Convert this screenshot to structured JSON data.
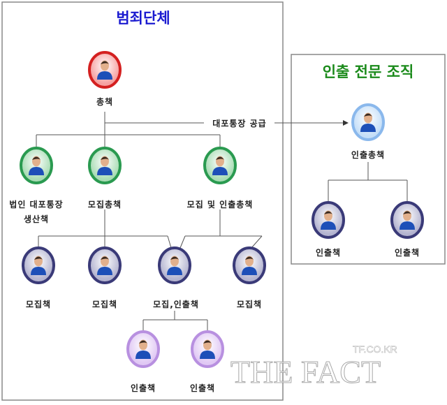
{
  "left_group": {
    "title": "범죄단체",
    "title_color": "#1a1ad0"
  },
  "right_group": {
    "title": "인출 전문 조직",
    "title_color": "#1a8a1a"
  },
  "edge_label": "대포통장 공급",
  "nodes": {
    "boss": {
      "label": "총책",
      "color": "red"
    },
    "account_maker": {
      "label_line1": "법인 대포통장",
      "label_line2": "생산책",
      "color": "green"
    },
    "recruit_head": {
      "label": "모집총책",
      "color": "green"
    },
    "recruit_withdraw_head": {
      "label": "모집 및 인출총책",
      "color": "green"
    },
    "recruiter1": {
      "label": "모집책",
      "color": "navy"
    },
    "recruiter2": {
      "label": "모집책",
      "color": "navy"
    },
    "recruit_withdrawer": {
      "label": "모집,인출책",
      "color": "navy"
    },
    "recruiter3": {
      "label": "모집책",
      "color": "navy"
    },
    "withdrawer1": {
      "label": "인출책",
      "color": "purple"
    },
    "withdrawer2": {
      "label": "인출책",
      "color": "purple"
    },
    "withdraw_head": {
      "label": "인출총책",
      "color": "lightblue"
    },
    "withdrawer3": {
      "label": "인출책",
      "color": "navy"
    },
    "withdrawer4": {
      "label": "인출책",
      "color": "navy"
    }
  },
  "watermark": {
    "main": "THE FACT",
    "sub": "TF.CO.KR"
  }
}
